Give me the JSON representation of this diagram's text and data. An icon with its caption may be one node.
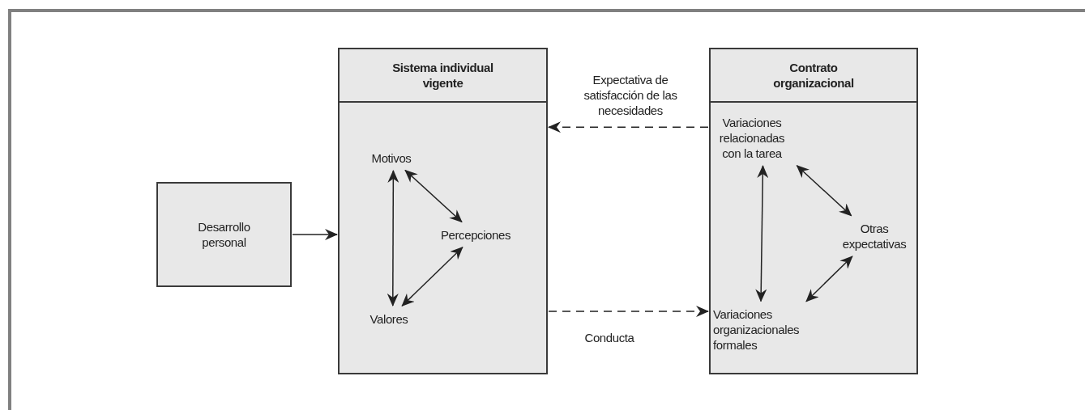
{
  "diagram": {
    "nodes": [
      {
        "text": [
          "Desarrollo personal"
        ]
      },
      {
        "text": [
          "Sistema individual vigente"
        ]
      },
      {
        "text": [
          "Motivos"
        ],
        "in": 1
      },
      {
        "text": [
          "Percepciones"
        ],
        "in": 1
      },
      {
        "text": [
          "Valores"
        ],
        "in": 1
      },
      {
        "text": [
          "Contrato organizacional"
        ]
      },
      {
        "text": [
          "Variaciones relacionadas con la tarea"
        ],
        "in": 5
      },
      {
        "text": [
          "Otras expectativas"
        ],
        "in": 5
      },
      {
        "text": [
          "Variaciones organizacionales formales"
        ],
        "in": 5
      }
    ],
    "edges": [
      {
        "from": 0,
        "to": 1,
        "arrow": "to"
      },
      {
        "from": 5,
        "to": 1,
        "arrow": "to",
        "style": "dashed",
        "label": "Expectativa de satisfacción de las necesidades"
      },
      {
        "from": 1,
        "to": 5,
        "arrow": "to",
        "style": "dashed",
        "label": "Conducta"
      },
      {
        "from": 2,
        "to": 4,
        "arrow": "both"
      },
      {
        "from": 2,
        "to": 3,
        "arrow": "both"
      },
      {
        "from": 4,
        "to": 3,
        "arrow": "both"
      },
      {
        "from": 6,
        "to": 8,
        "arrow": "both"
      },
      {
        "from": 6,
        "to": 7,
        "arrow": "both"
      },
      {
        "from": 8,
        "to": 7,
        "arrow": "both"
      }
    ]
  }
}
